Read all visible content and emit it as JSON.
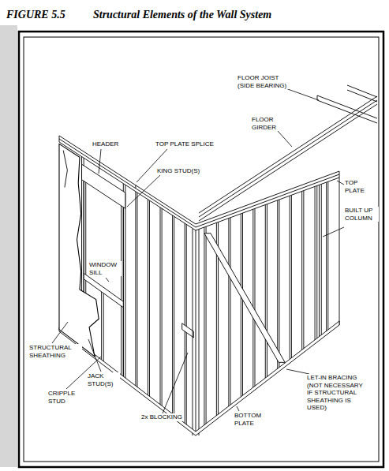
{
  "diagram": {
    "title": "Structural Elements of the Wall System",
    "labels": [
      "FIGURE 5.5",
      "FLOOR JOIST (SIDE BEARING)",
      "FLOOR GIRDER",
      "HEADER",
      "TOP PLATE SPLICE",
      "KING STUD(S)",
      "TOP PLATE",
      "BUILT UP COLUMN",
      "WINDOW SILL",
      "STRUCTURAL SHEATHING",
      "JACK STUD(S)",
      "CRIPPLE STUD",
      "2x BLOCKING",
      "BOTTOM PLATE",
      "LET-IN BRACING (NOT NECESSARY IF STRUCTURAL SHEATHING IS USED)"
    ]
  }
}
